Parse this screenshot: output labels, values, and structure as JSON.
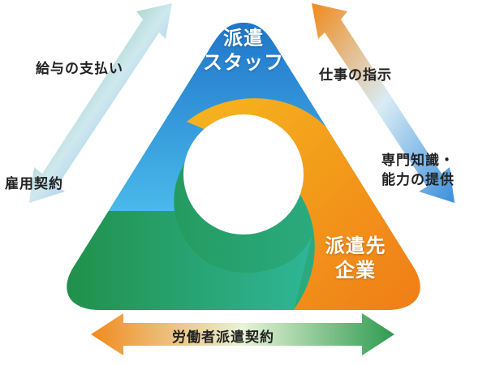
{
  "nodes": {
    "staff": {
      "line1": "派遣",
      "line2": "スタッフ"
    },
    "company": {
      "line1": "派遣先",
      "line2": "企業"
    }
  },
  "relations": {
    "salary": "給与の支払い",
    "employment": "雇用契約",
    "work_instruction": "仕事の指示",
    "knowledge_line1": "専門知識・",
    "knowledge_line2": "能力の提供",
    "dispatch_contract": "労働者派遣契約"
  },
  "colors": {
    "blue": "#1f7fd0",
    "orange": "#f18a1e",
    "green": "#2a9a56"
  }
}
